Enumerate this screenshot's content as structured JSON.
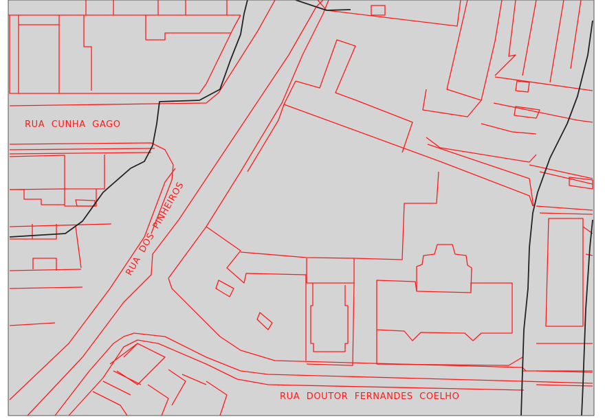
{
  "colors": {
    "background": "#d4d4d4",
    "lines": "#ff1a1a",
    "boundary": "#222222",
    "frame": "#ffffff"
  },
  "streets": {
    "cunha_gago": "RUA  CUNHA  GAGO",
    "pinheiros": "RUA  DOS  PINHEIROS",
    "fernandes_coelho": "RUA  DOUTOR  FERNANDES  COELHO"
  }
}
